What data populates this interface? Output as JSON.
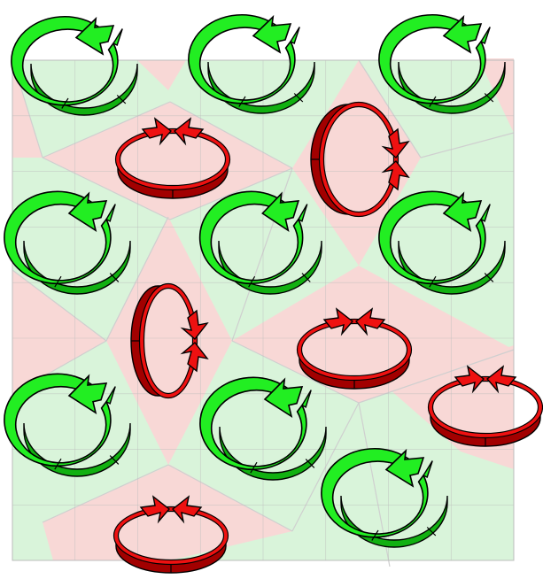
{
  "colors": {
    "page_background": "#ffffff",
    "green_region": "#d9f4da",
    "red_region": "#f8d8d6",
    "grid_line": "#bcbcbc",
    "green_arrow_fill": "#22ee22",
    "green_arrow_shade": "#11b011",
    "red_arrow_fill": "#ee1111",
    "red_arrow_shade": "#a20000",
    "outline": "#000000"
  },
  "arrow_icons": {
    "green": "counterclockwise-circular-arrow-icon",
    "red": "converging-circular-arrows-icon"
  },
  "circulation_markers": [
    {
      "kind": "green",
      "direction": "counterclockwise"
    },
    {
      "kind": "green",
      "direction": "counterclockwise"
    },
    {
      "kind": "green",
      "direction": "counterclockwise"
    },
    {
      "kind": "red",
      "direction": "converging"
    },
    {
      "kind": "red",
      "direction": "converging"
    },
    {
      "kind": "green",
      "direction": "counterclockwise"
    },
    {
      "kind": "green",
      "direction": "counterclockwise"
    },
    {
      "kind": "green",
      "direction": "counterclockwise"
    },
    {
      "kind": "red",
      "direction": "converging"
    },
    {
      "kind": "red",
      "direction": "converging"
    },
    {
      "kind": "red",
      "direction": "converging"
    },
    {
      "kind": "green",
      "direction": "counterclockwise"
    },
    {
      "kind": "green",
      "direction": "counterclockwise"
    },
    {
      "kind": "green",
      "direction": "counterclockwise"
    },
    {
      "kind": "red",
      "direction": "converging"
    }
  ]
}
